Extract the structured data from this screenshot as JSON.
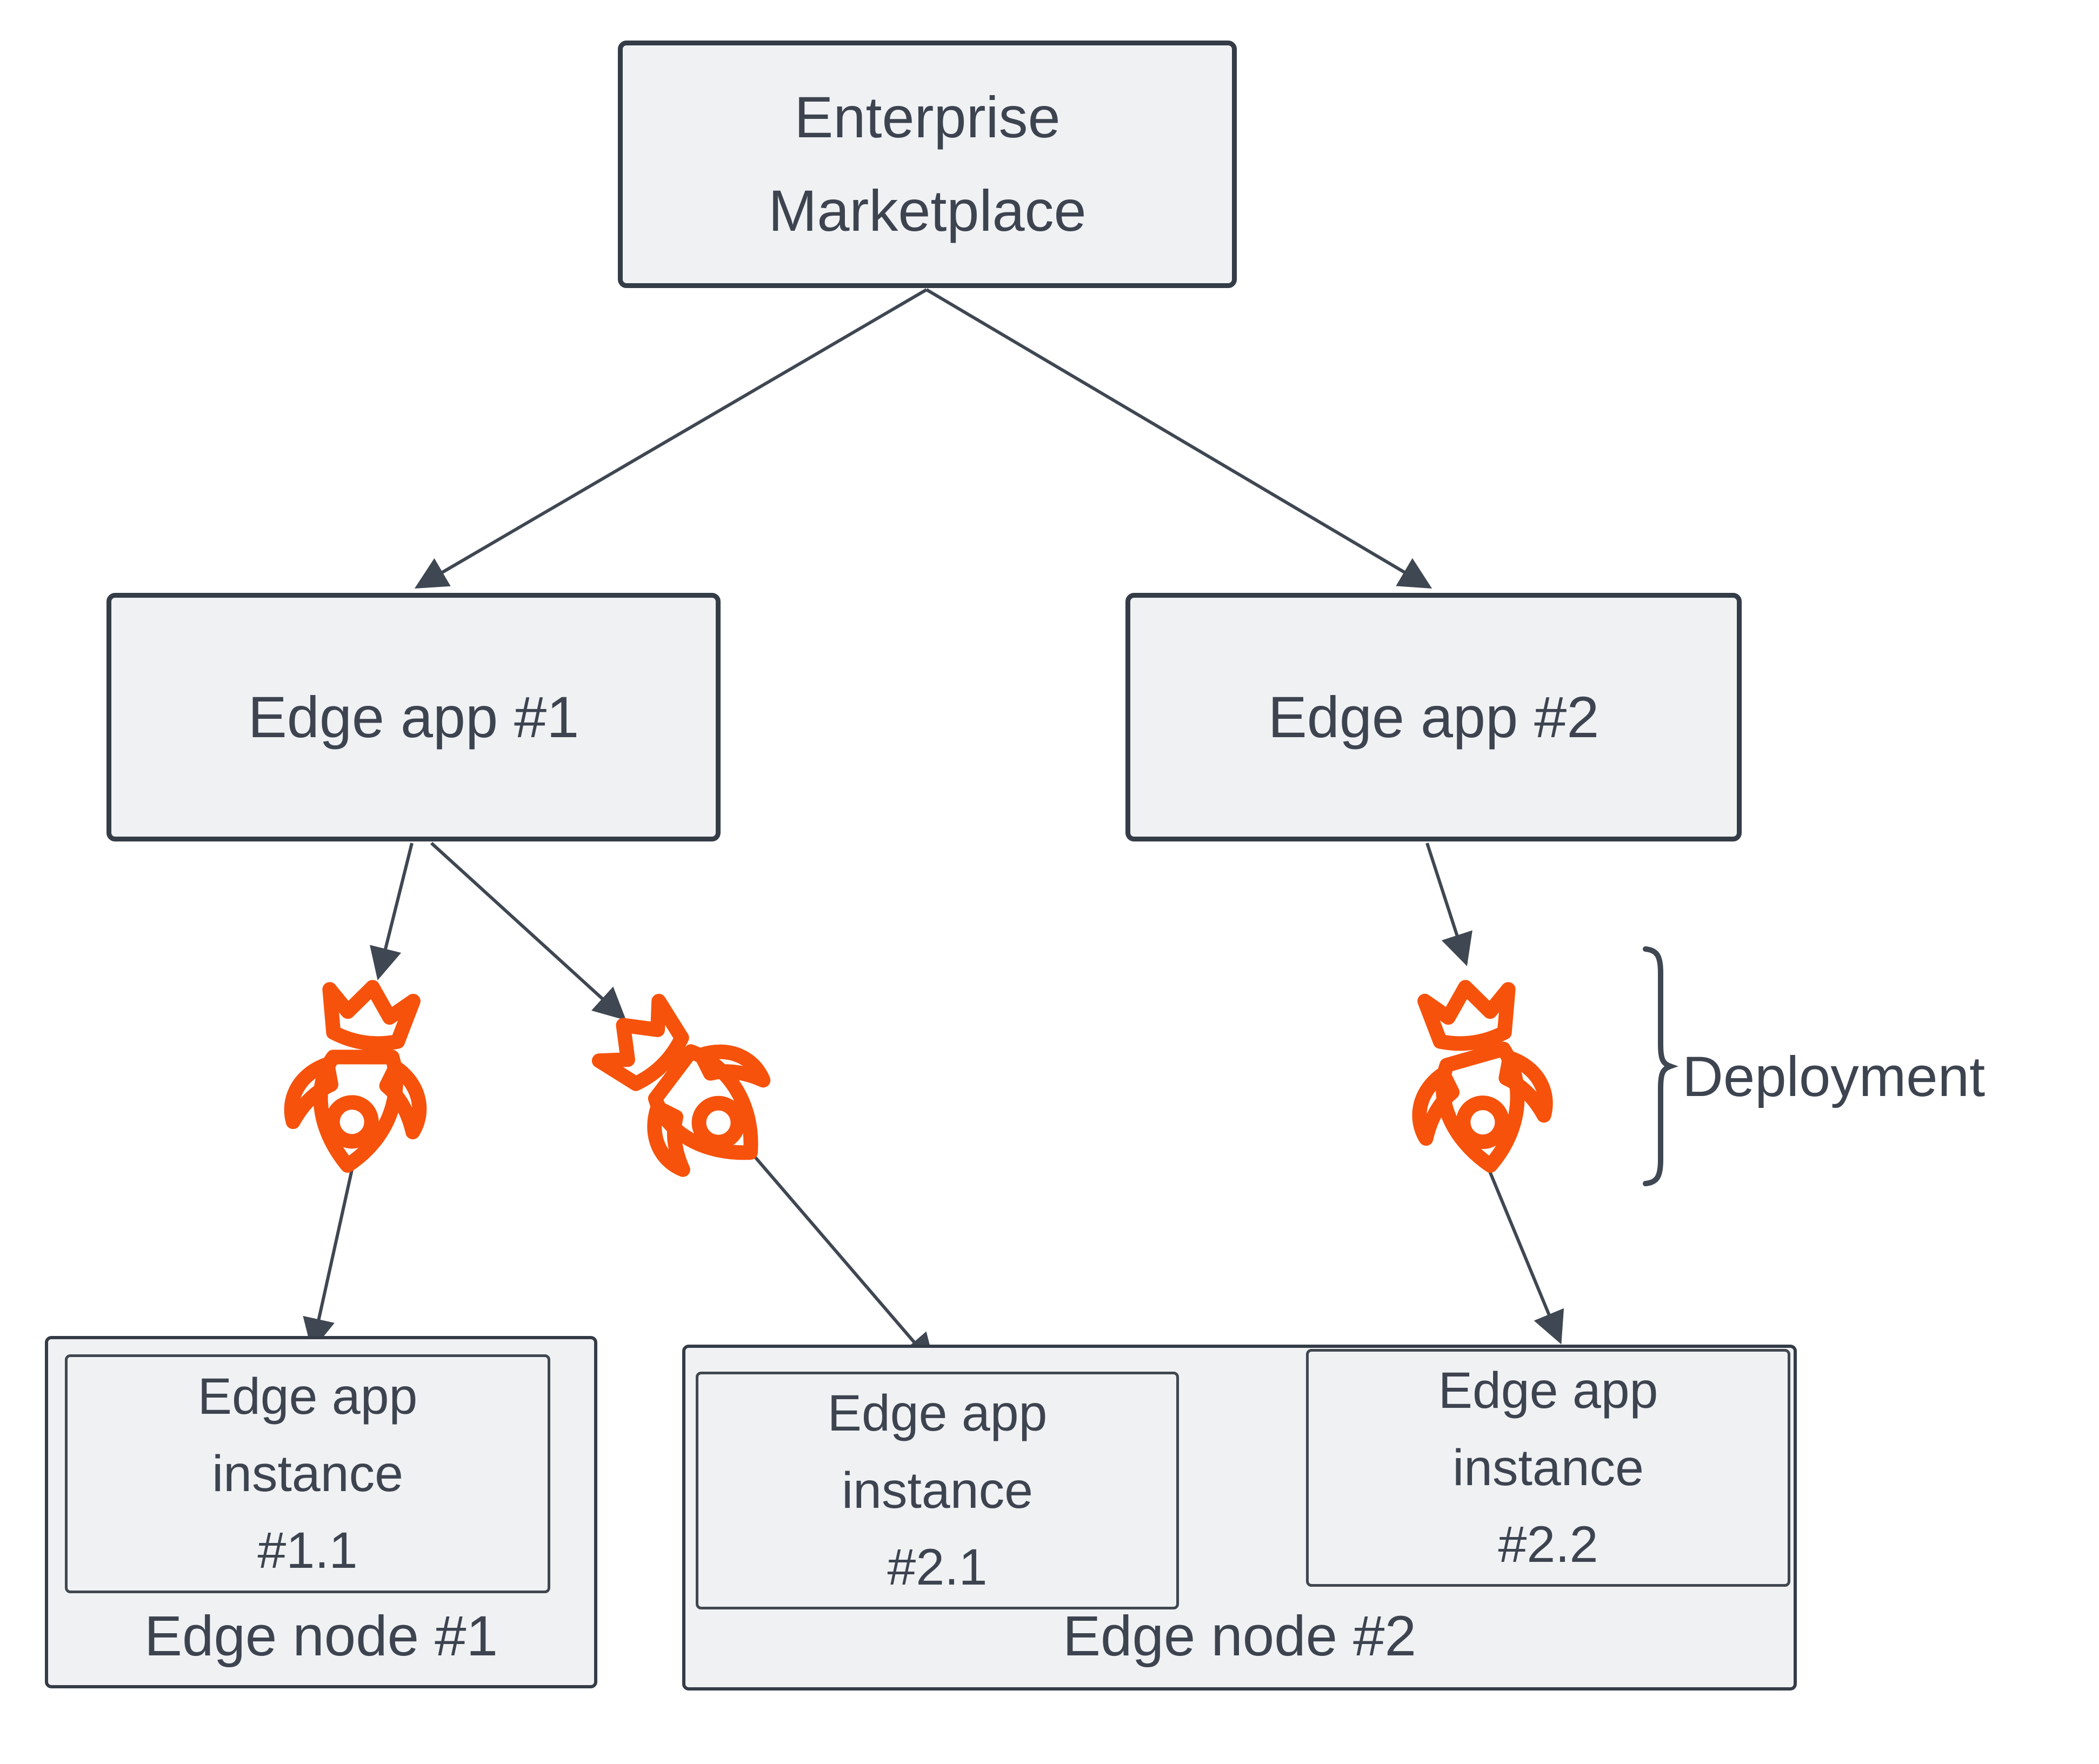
{
  "diagram": {
    "nodes": {
      "marketplace": {
        "lines": [
          "Enterprise",
          "Marketplace"
        ]
      },
      "edge_app_1": {
        "label": "Edge app #1"
      },
      "edge_app_2": {
        "label": "Edge app #2"
      },
      "edge_node_1": {
        "label": "Edge node #1"
      },
      "edge_node_2": {
        "label": "Edge node #2"
      },
      "instance_1_1": {
        "lines": [
          "Edge app",
          "instance",
          "#1.1"
        ]
      },
      "instance_2_1": {
        "lines": [
          "Edge app",
          "instance",
          "#2.1"
        ]
      },
      "instance_2_2": {
        "lines": [
          "Edge app",
          "instance",
          "#2.2"
        ]
      }
    },
    "annotation": {
      "label": "Deployment"
    },
    "icons": {
      "rocket": "rocket-icon",
      "brace": "curly-brace-icon"
    },
    "colors": {
      "background": "#ffffff",
      "box_fill": "#eff1f3",
      "box_border": "#343c47",
      "text": "#3d4450",
      "connector": "#3f4752",
      "rocket": "#f6520b"
    },
    "edges": [
      {
        "from": "marketplace",
        "to": "edge_app_1"
      },
      {
        "from": "marketplace",
        "to": "edge_app_2"
      },
      {
        "from": "edge_app_1",
        "to": "rocket_1"
      },
      {
        "from": "edge_app_1",
        "to": "rocket_2"
      },
      {
        "from": "edge_app_2",
        "to": "rocket_3"
      },
      {
        "from": "rocket_1",
        "to": "instance_1_1"
      },
      {
        "from": "rocket_2",
        "to": "instance_2_1"
      },
      {
        "from": "rocket_3",
        "to": "instance_2_2"
      }
    ]
  }
}
